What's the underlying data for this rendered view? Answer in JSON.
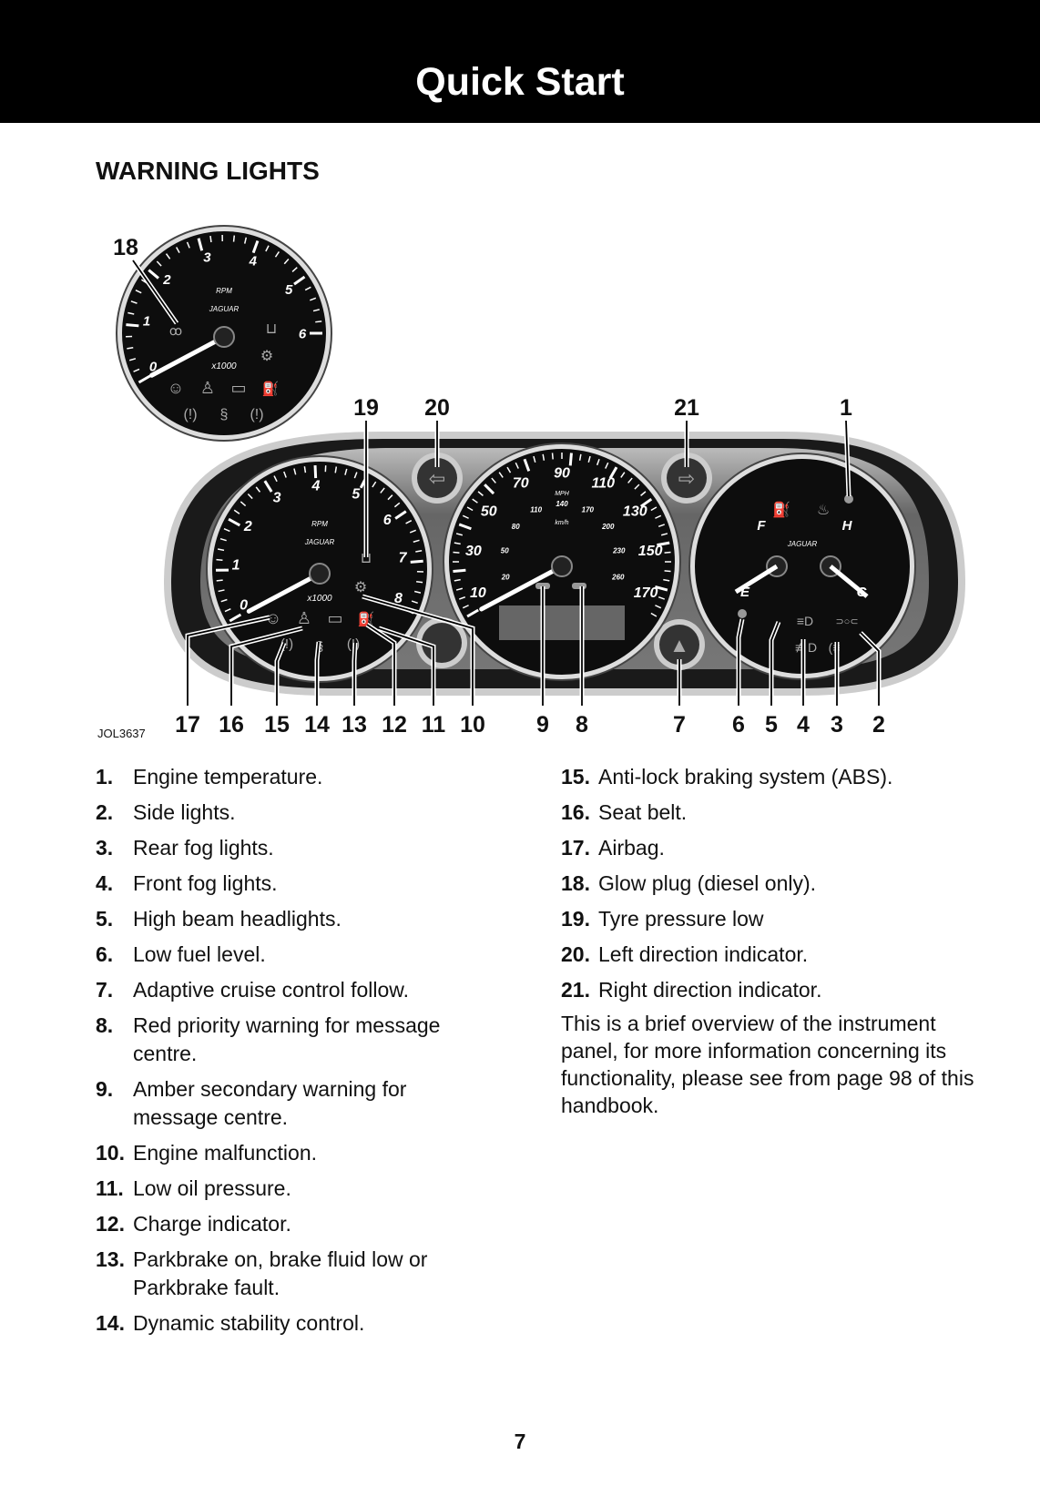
{
  "header": {
    "title": "Quick Start"
  },
  "section": {
    "title": "WARNING LIGHTS"
  },
  "diagram": {
    "ref": "JOL3637",
    "top_callouts": [
      {
        "n": "18"
      },
      {
        "n": "19"
      },
      {
        "n": "20"
      },
      {
        "n": "21"
      },
      {
        "n": "1"
      }
    ],
    "bottom_callouts": [
      "17",
      "16",
      "15",
      "14",
      "13",
      "12",
      "11",
      "10",
      "9",
      "8",
      "7",
      "6",
      "5",
      "4",
      "3",
      "2"
    ],
    "tach_small_labels": [
      "0",
      "1",
      "2",
      "3",
      "4",
      "5",
      "6"
    ],
    "tach_labels": [
      "0",
      "1",
      "2",
      "3",
      "4",
      "5",
      "6",
      "7",
      "8"
    ],
    "speed_mph_labels": [
      "10",
      "30",
      "50",
      "70",
      "90",
      "110",
      "130",
      "150",
      "170"
    ],
    "speed_kmh_labels": [
      "20",
      "50",
      "80",
      "110",
      "140",
      "170",
      "200",
      "230",
      "260"
    ],
    "rpm_text": "RPM",
    "x1000_text": "x1000",
    "mph_text": "MPH",
    "kmh_text": "km/h",
    "brand_text": "JAGUAR",
    "fuel_e": "E",
    "fuel_f": "F",
    "temp_h": "H",
    "temp_c": "C"
  },
  "list_left": [
    {
      "n": "1.",
      "t": "Engine temperature."
    },
    {
      "n": "2.",
      "t": "Side lights."
    },
    {
      "n": "3.",
      "t": "Rear fog lights."
    },
    {
      "n": "4.",
      "t": "Front fog lights."
    },
    {
      "n": "5.",
      "t": "High beam headlights."
    },
    {
      "n": "6.",
      "t": "Low fuel level."
    },
    {
      "n": "7.",
      "t": "Adaptive cruise control follow."
    },
    {
      "n": "8.",
      "t": "Red priority warning for message centre."
    },
    {
      "n": "9.",
      "t": "Amber secondary warning for message centre."
    },
    {
      "n": "10.",
      "t": "Engine malfunction."
    },
    {
      "n": "11.",
      "t": "Low oil pressure."
    },
    {
      "n": "12.",
      "t": "Charge indicator."
    },
    {
      "n": "13.",
      "t": "Parkbrake on, brake fluid low or Parkbrake fault."
    },
    {
      "n": "14.",
      "t": "Dynamic stability control."
    }
  ],
  "list_right": [
    {
      "n": "15.",
      "t": "Anti-lock braking system (ABS)."
    },
    {
      "n": "16.",
      "t": "Seat belt."
    },
    {
      "n": "17.",
      "t": "Airbag."
    },
    {
      "n": "18.",
      "t": "Glow plug (diesel only)."
    },
    {
      "n": "19.",
      "t": "Tyre pressure low"
    },
    {
      "n": "20.",
      "t": "Left direction indicator."
    },
    {
      "n": "21.",
      "t": "Right direction indicator."
    }
  ],
  "note": "This is a brief overview of the instrument panel, for more information concerning its functionality, please see from page 98 of this handbook.",
  "page_number": "7"
}
